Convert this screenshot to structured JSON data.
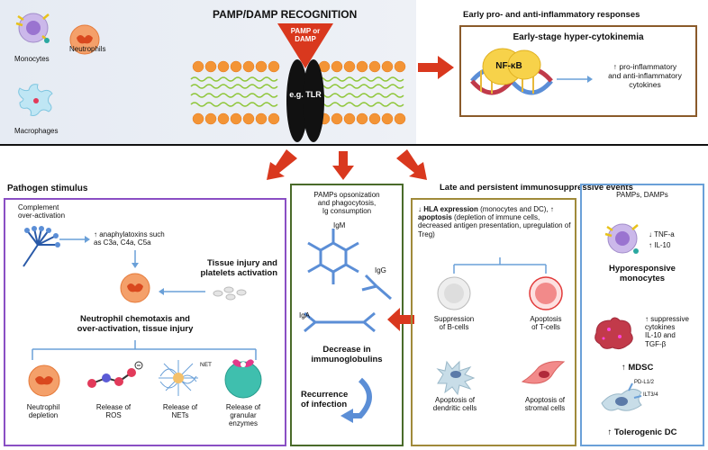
{
  "top": {
    "title": "PAMP/DAMP RECOGNITION",
    "pamp_label": "PAMP or\nDAMP",
    "receptor_label": "e.g. TLR",
    "cells": {
      "monocytes": "Monocytes",
      "neutrophils": "Neutrophils",
      "macrophages": "Macrophages"
    }
  },
  "early": {
    "title": "Early pro- and anti-inflammatory responses",
    "box_title": "Early-stage hyper-cytokinemia",
    "nfkb": "NF-κB",
    "effect": "↑ pro-inflammatory\nand anti-inflammatory\ncytokines"
  },
  "pathogen": {
    "title": "Pathogen stimulus",
    "complement": "Complement\nover-activation",
    "anaphylatoxins": "↑ anaphylatoxins such\nas C3a, C4a, C5a",
    "tissue": "Tissue injury and\nplatelets activation",
    "chemotaxis": "Neutrophil chemotaxis and\nover-activation, tissue injury",
    "outcomes": [
      "Neutrophil\ndepletion",
      "Release of\nROS",
      "Release of\nNETs",
      "Release of\ngranular\nenzymes"
    ],
    "net_label": "NET"
  },
  "opsonization": {
    "title": "PAMPs opsonization\nand phagocytosis,\nIg consumption",
    "igm": "IgM",
    "igg": "IgG",
    "iga": "IgA",
    "decrease": "Decrease in\nimmunoglobulins",
    "recurrence": "Recurrence\nof infection"
  },
  "late": {
    "title": "Late and persistent immunosuppressive events",
    "hla_bold": "↓ HLA expression",
    "hla_rest": " (monocytes and DC), ",
    "apoptosis_bold": "↑ apoptosis",
    "apoptosis_rest": " (depletion of immune cells, decreased antigen presentation, upregulation of Treg)",
    "b_cells": "Suppression\nof B-cells",
    "t_cells": "Apoptosis\nof T-cells",
    "dendritic": "Apoptosis of\ndendritic cells",
    "stromal": "Apoptosis of\nstromal cells"
  },
  "right": {
    "title": "PAMPs, DAMPs",
    "tnf": "↓ TNF-a",
    "il10": "↑ IL-10",
    "hypo": "Hyporesponsive\nmonocytes",
    "suppressive": "↑ suppressive\ncytokines\nIL-10 and\nTGF-β",
    "mdsc": "↑ MDSC",
    "pdl1": "PD-L1/2",
    "ilt": "ILT3/4",
    "tolerogenic": "↑ Tolerogenic DC"
  },
  "colors": {
    "red": "#d9381e",
    "purple": "#8a4fc4",
    "green": "#4a6b2a",
    "olive": "#a08a3a",
    "blue": "#6aa0d8",
    "brown": "#8a5a2a"
  }
}
